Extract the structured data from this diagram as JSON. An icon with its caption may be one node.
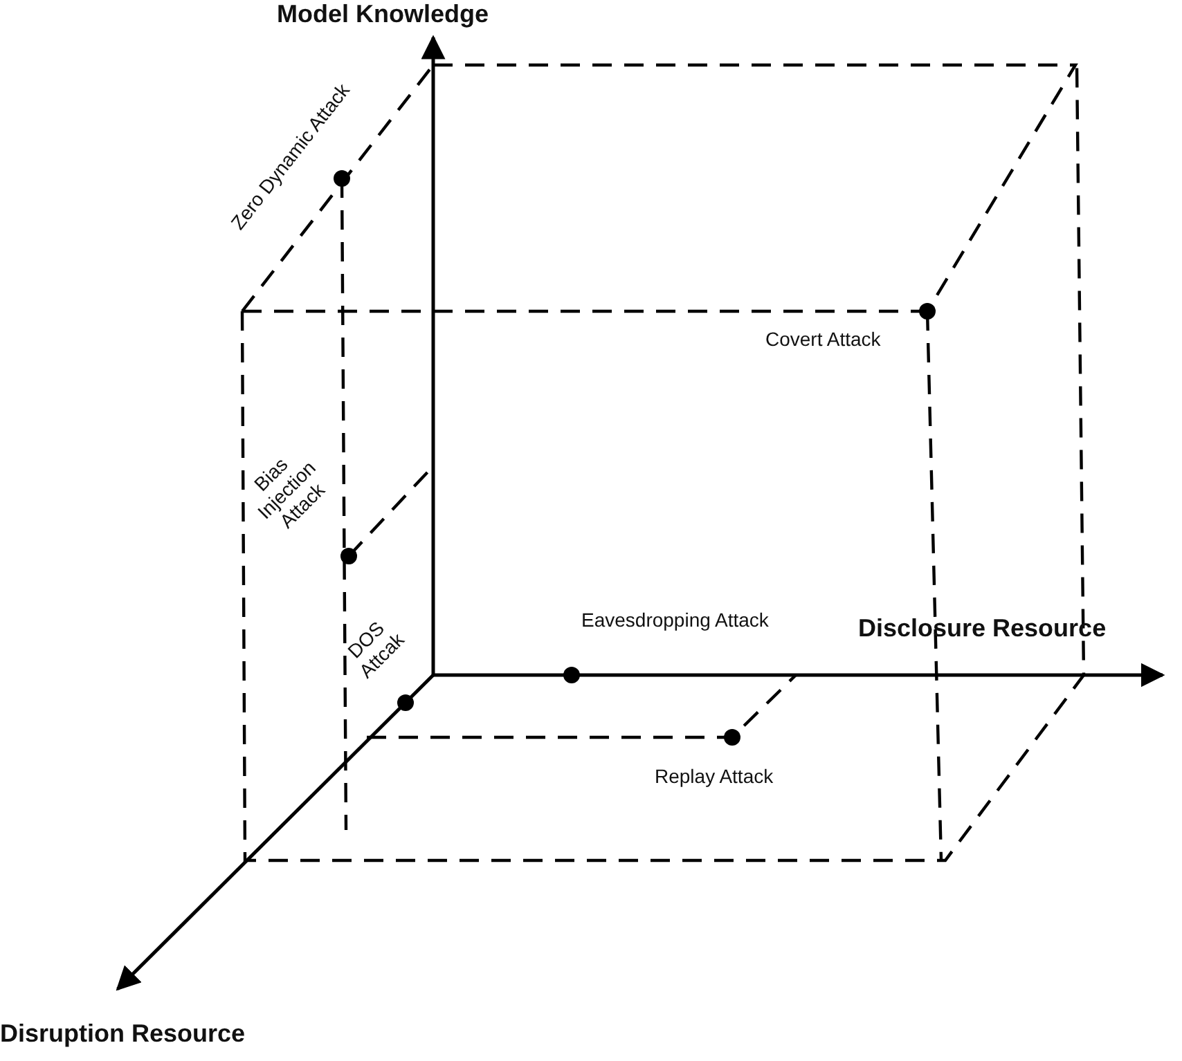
{
  "diagram": {
    "labels": [
      "Model Knowledge",
      "Disclosure Resource",
      "Disruption Resource",
      "Zero Dynamic Attack",
      "Covert Attack",
      "Bias Injection Attack",
      "DOS Attcak",
      "Eavesdropping Attack",
      "Replay Attack"
    ]
  }
}
